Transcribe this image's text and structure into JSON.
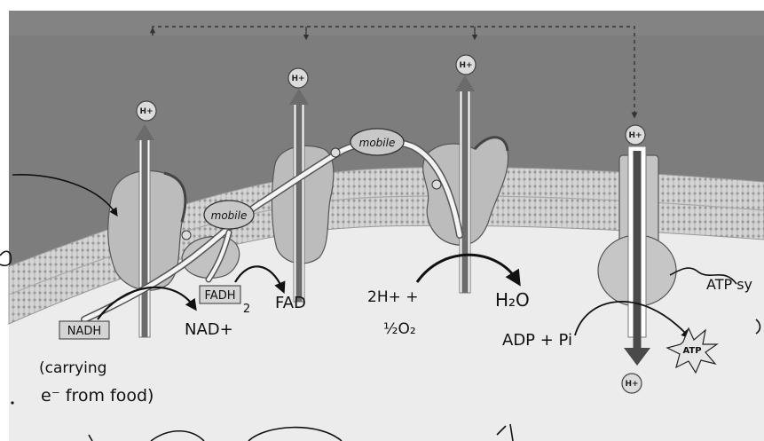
{
  "hand_labels": {
    "nadh": "NADH",
    "nad_plus": "NAD+",
    "fadh2_box": "FADH",
    "fadh2_sub": "2",
    "fad": "FAD",
    "h_plus_line": "2H+ +",
    "half_o2": "½O₂",
    "water": "H₂O",
    "adp_pi": "ADP + Pi",
    "carrying_line1": "(carrying",
    "carrying_line2": "e⁻ from food)",
    "mobile_1": "mobile",
    "mobile_2": "mobile",
    "atp_product": "ATP",
    "atp_synthase_partial": "ATP sy"
  },
  "ion_label": "H+",
  "colors": {
    "intermembrane": "#7d7d7d",
    "matrix": "#ececec",
    "membrane": "#c6c6c6",
    "protein": "#bcbcbc",
    "arrow_up": "#6b6b6b",
    "arrow_down": "#4a4a4a"
  }
}
